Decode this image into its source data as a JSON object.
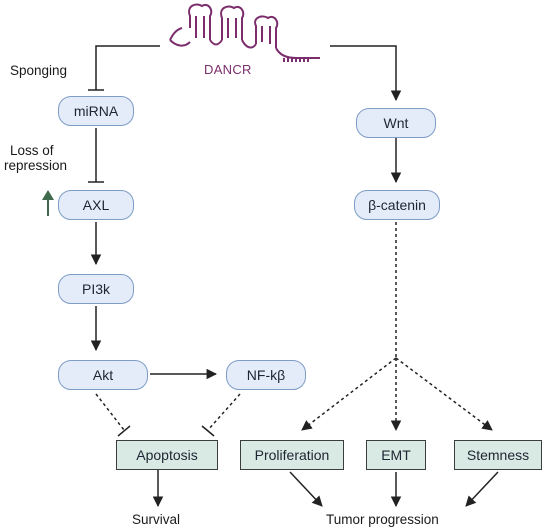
{
  "rna": {
    "label": "DANCR"
  },
  "nodes": {
    "mirna": "miRNA",
    "axl": "AXL",
    "pi3k": "PI3k",
    "akt": "Akt",
    "nfkb": "NF-kβ",
    "wnt": "Wnt",
    "beta_catenin": "β-catenin",
    "apoptosis": "Apoptosis",
    "proliferation": "Proliferation",
    "emt": "EMT",
    "stemness": "Stemness"
  },
  "labels": {
    "sponging": "Sponging",
    "loss_of_repression_line1": "Loss of",
    "loss_of_repression_line2": "repression",
    "survival": "Survival",
    "tumor_progression": "Tumor progression"
  },
  "colors": {
    "pill_fill": "#e3ecf8",
    "pill_border": "#7f9cc6",
    "outcome_fill": "#d9e9e3",
    "rna_color": "#7b2d6c",
    "upregulation_arrow": "#3f6b4c"
  },
  "icons": {
    "upregulation": "up-arrow-icon",
    "rna_structure": "rna-hairpin-icon"
  }
}
